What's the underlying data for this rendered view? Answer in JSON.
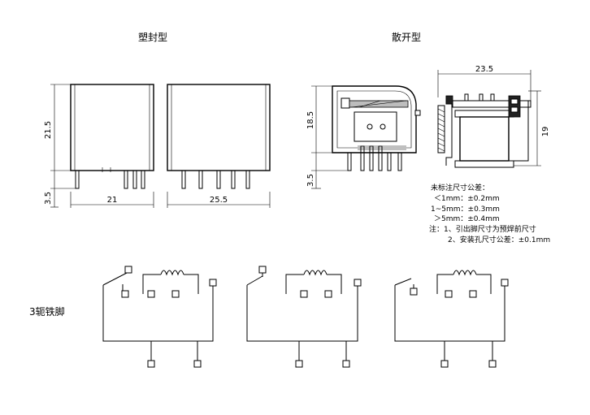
{
  "titles": {
    "sealed": "塑封型",
    "open": "散开型"
  },
  "dims": {
    "sealed_height": "21.5",
    "sealed_pin": "3.5",
    "sealed_width1": "21",
    "sealed_width2": "25.5",
    "open_height": "18.5",
    "open_pin": "3.5",
    "open_width": "23.5",
    "open_height2": "19"
  },
  "notes": {
    "tolerance_title": "未标注尺寸公差：",
    "tol_1": "＜1mm：±0.2mm",
    "tol_2": "1~5mm：±0.3mm",
    "tol_3": "＞5mm：±0.4mm",
    "note_1": "注：1、引出脚尺寸为预焊前尺寸",
    "note_2": "2、安装孔尺寸公差：±0.1mm"
  },
  "schematic": {
    "label": "3轭铁脚"
  }
}
